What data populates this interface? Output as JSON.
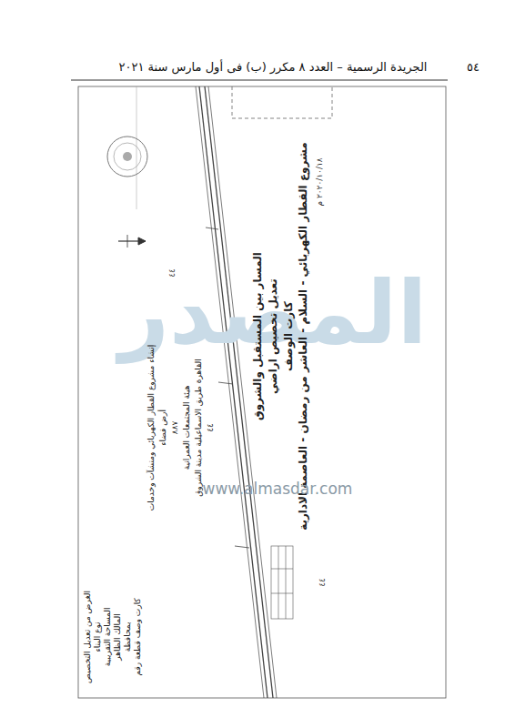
{
  "diagram": {
    "title": "مشروع القطار الكهربائي - السلام - العاشر من رمضان - العاصمة الادارية",
    "labels": [
      "٥٤",
      "الجريدة الرسمية – العدد ٨ مكرر (ب) فى أول مارس سنة ٢٠٢١",
      "كارت الوصف",
      "تعديل تخصيص اراضي",
      "المسار بين المستقبل والشروق",
      "٢٠٢٠/١٠/١٨ م",
      "كارت وصف قطعة رقم",
      "بمحافظة",
      "المالك الظاهر",
      "المساحة التقريبية",
      "نوع البناء",
      "الغرض من تعديل التخصيص",
      "٤٤",
      "القاهرة طريق الاسماعيلية مدينة الشروق",
      "هيئة المجتمعات العمرانية",
      "٨٨٧",
      "أرض فضاء",
      "إنشاء مشروع القطار الكهربائي ومنشآت وخدمات",
      "٤٤",
      "٤٤",
      "www.almasdar.com",
      "المصدر"
    ]
  }
}
